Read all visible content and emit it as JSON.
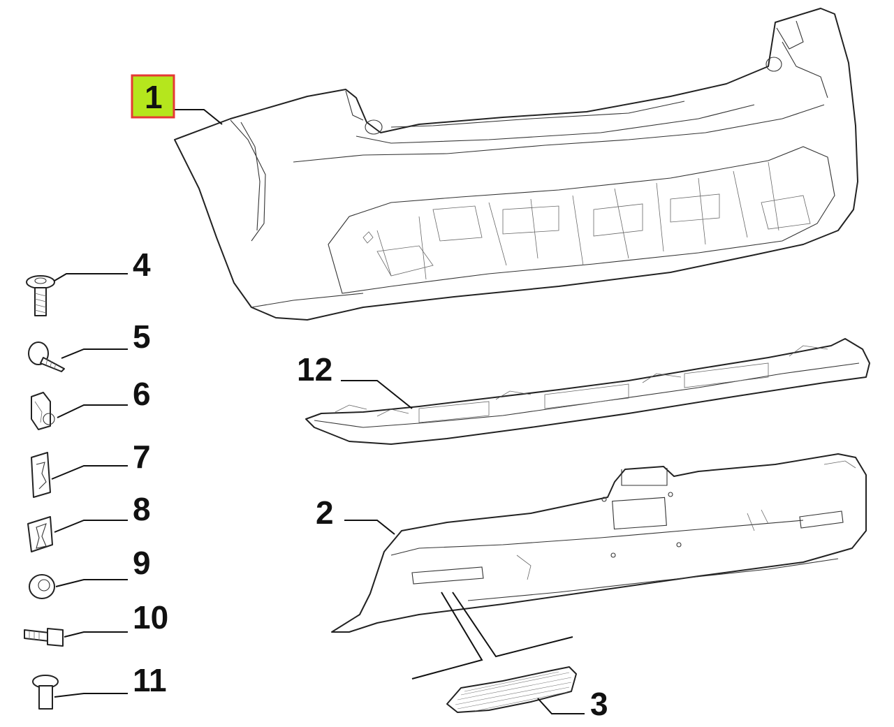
{
  "diagram": {
    "highlight_fill": "#b5e61d",
    "highlight_border": "#e53935",
    "callouts": {
      "c1": "1",
      "c2": "2",
      "c3": "3",
      "c4": "4",
      "c5": "5",
      "c6": "6",
      "c7": "7",
      "c8": "8",
      "c9": "9",
      "c10": "10",
      "c11": "11",
      "c12": "12"
    }
  }
}
